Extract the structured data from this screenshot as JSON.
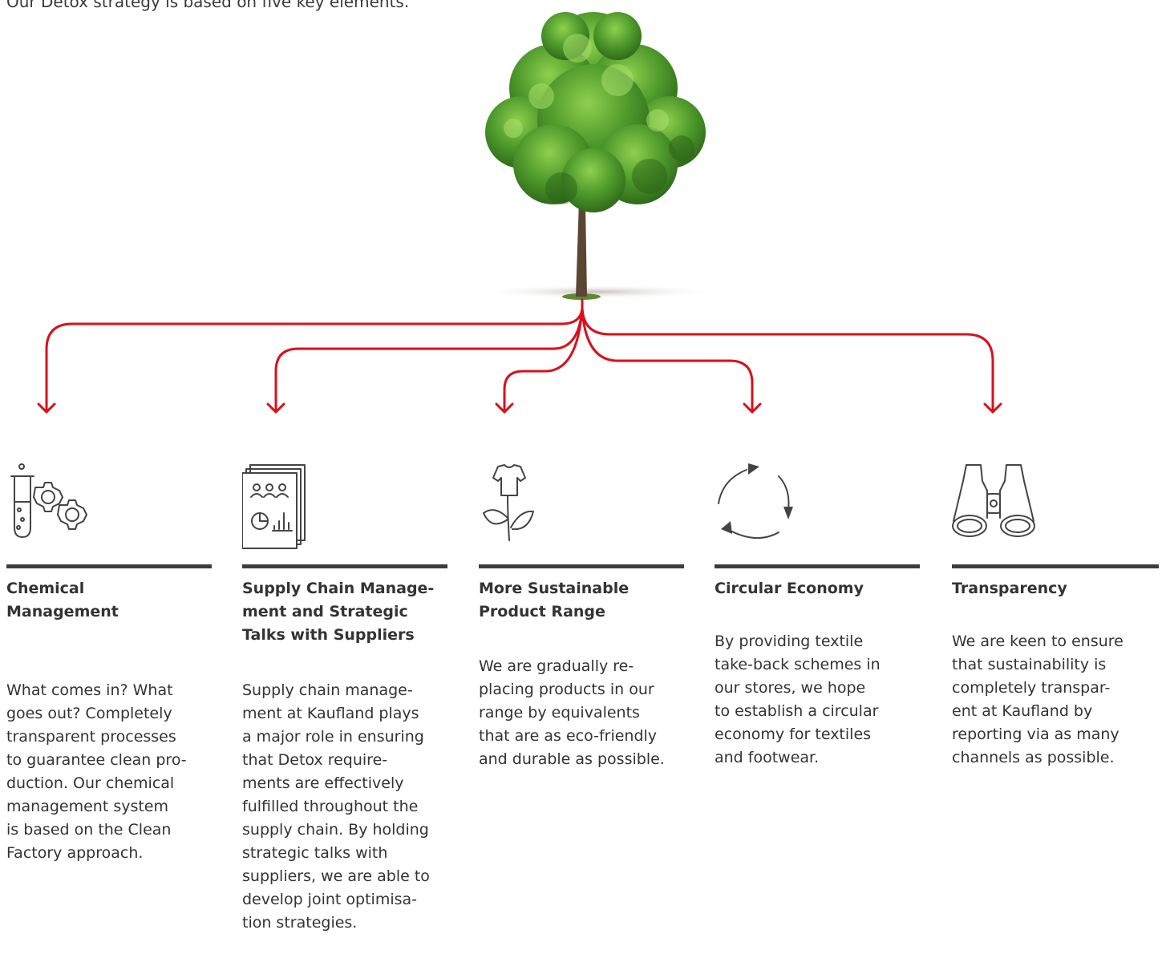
{
  "intro": "Our Detox strategy is based on five key elements.",
  "colors": {
    "accent_red": "#d8101d",
    "text": "#333333",
    "rule": "#3c3c3c",
    "foliage": "#4e9a2e",
    "trunk": "#5b4632"
  },
  "elements": [
    {
      "title": "Chemical\nManagement",
      "icon": "test-tube-gears-icon",
      "body": "What comes in? What\ngoes out? Completely\ntransparent processes\nto guarantee clean pro-\nduction. Our chemical\nmanagement system\nis based on the Clean\nFactory approach."
    },
    {
      "title": "Supply Chain Manage-\nment and Strategic\nTalks with Suppliers",
      "icon": "report-documents-icon",
      "body": "Supply chain manage-\nment at Kaufland plays\na major role in ensuring\nthat Detox require-\nments are effectively\nfulfilled throughout the\nsupply chain. By holding\nstrategic talks with\nsuppliers, we are able to\ndevelop joint optimisa-\ntion strategies."
    },
    {
      "title": "More Sustainable\nProduct Range",
      "icon": "shirt-plant-icon",
      "body": "We are gradually re-\nplacing products in our\nrange by equivalents\nthat are as eco-friendly\nand durable as possible."
    },
    {
      "title": "Circular Economy",
      "icon": "circular-arrows-icon",
      "body": "By providing textile\ntake-back schemes in\nour stores, we hope\nto establish a circular\neconomy for textiles\nand footwear."
    },
    {
      "title": "Transparency",
      "icon": "binoculars-icon",
      "body": "We are keen to ensure\nthat sustainability is\ncompletely transpar-\nent at Kaufland by\nreporting via as many\nchannels as possible."
    }
  ]
}
